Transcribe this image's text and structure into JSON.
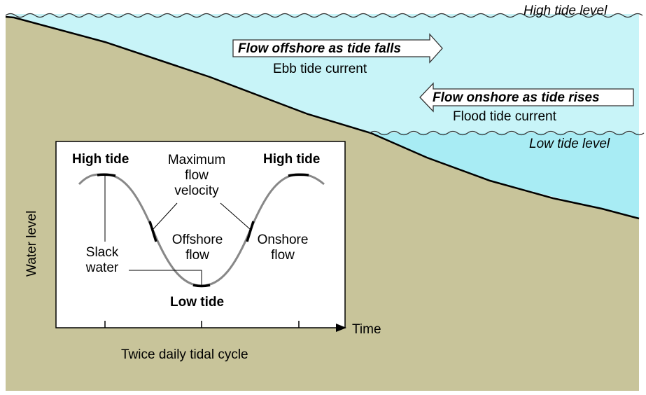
{
  "levels": {
    "high": "High tide level",
    "low": "Low tide level"
  },
  "currents": {
    "ebb_arrow": "Flow offshore as tide falls",
    "ebb_name": "Ebb tide current",
    "flood_arrow": "Flow onshore as tide rises",
    "flood_name": "Flood tide current"
  },
  "inset": {
    "ylabel": "Water level",
    "xlabel": "Time",
    "caption": "Twice daily tidal cycle",
    "high_tide_left": "High tide",
    "high_tide_right": "High tide",
    "low_tide": "Low tide",
    "max_flow_line1": "Maximum",
    "max_flow_line2": "flow",
    "max_flow_line3": "velocity",
    "slack_line1": "Slack",
    "slack_line2": "water",
    "offshore_line1": "Offshore",
    "offshore_line2": "flow",
    "onshore_line1": "Onshore",
    "onshore_line2": "flow"
  },
  "colors": {
    "land": "#c8c49a",
    "water": "#c8f4f8",
    "water_deep": "#a6ecf4",
    "wave": "#333333",
    "curve": "#888888"
  },
  "icons": [
    "right-arrow-icon",
    "left-arrow-icon"
  ]
}
